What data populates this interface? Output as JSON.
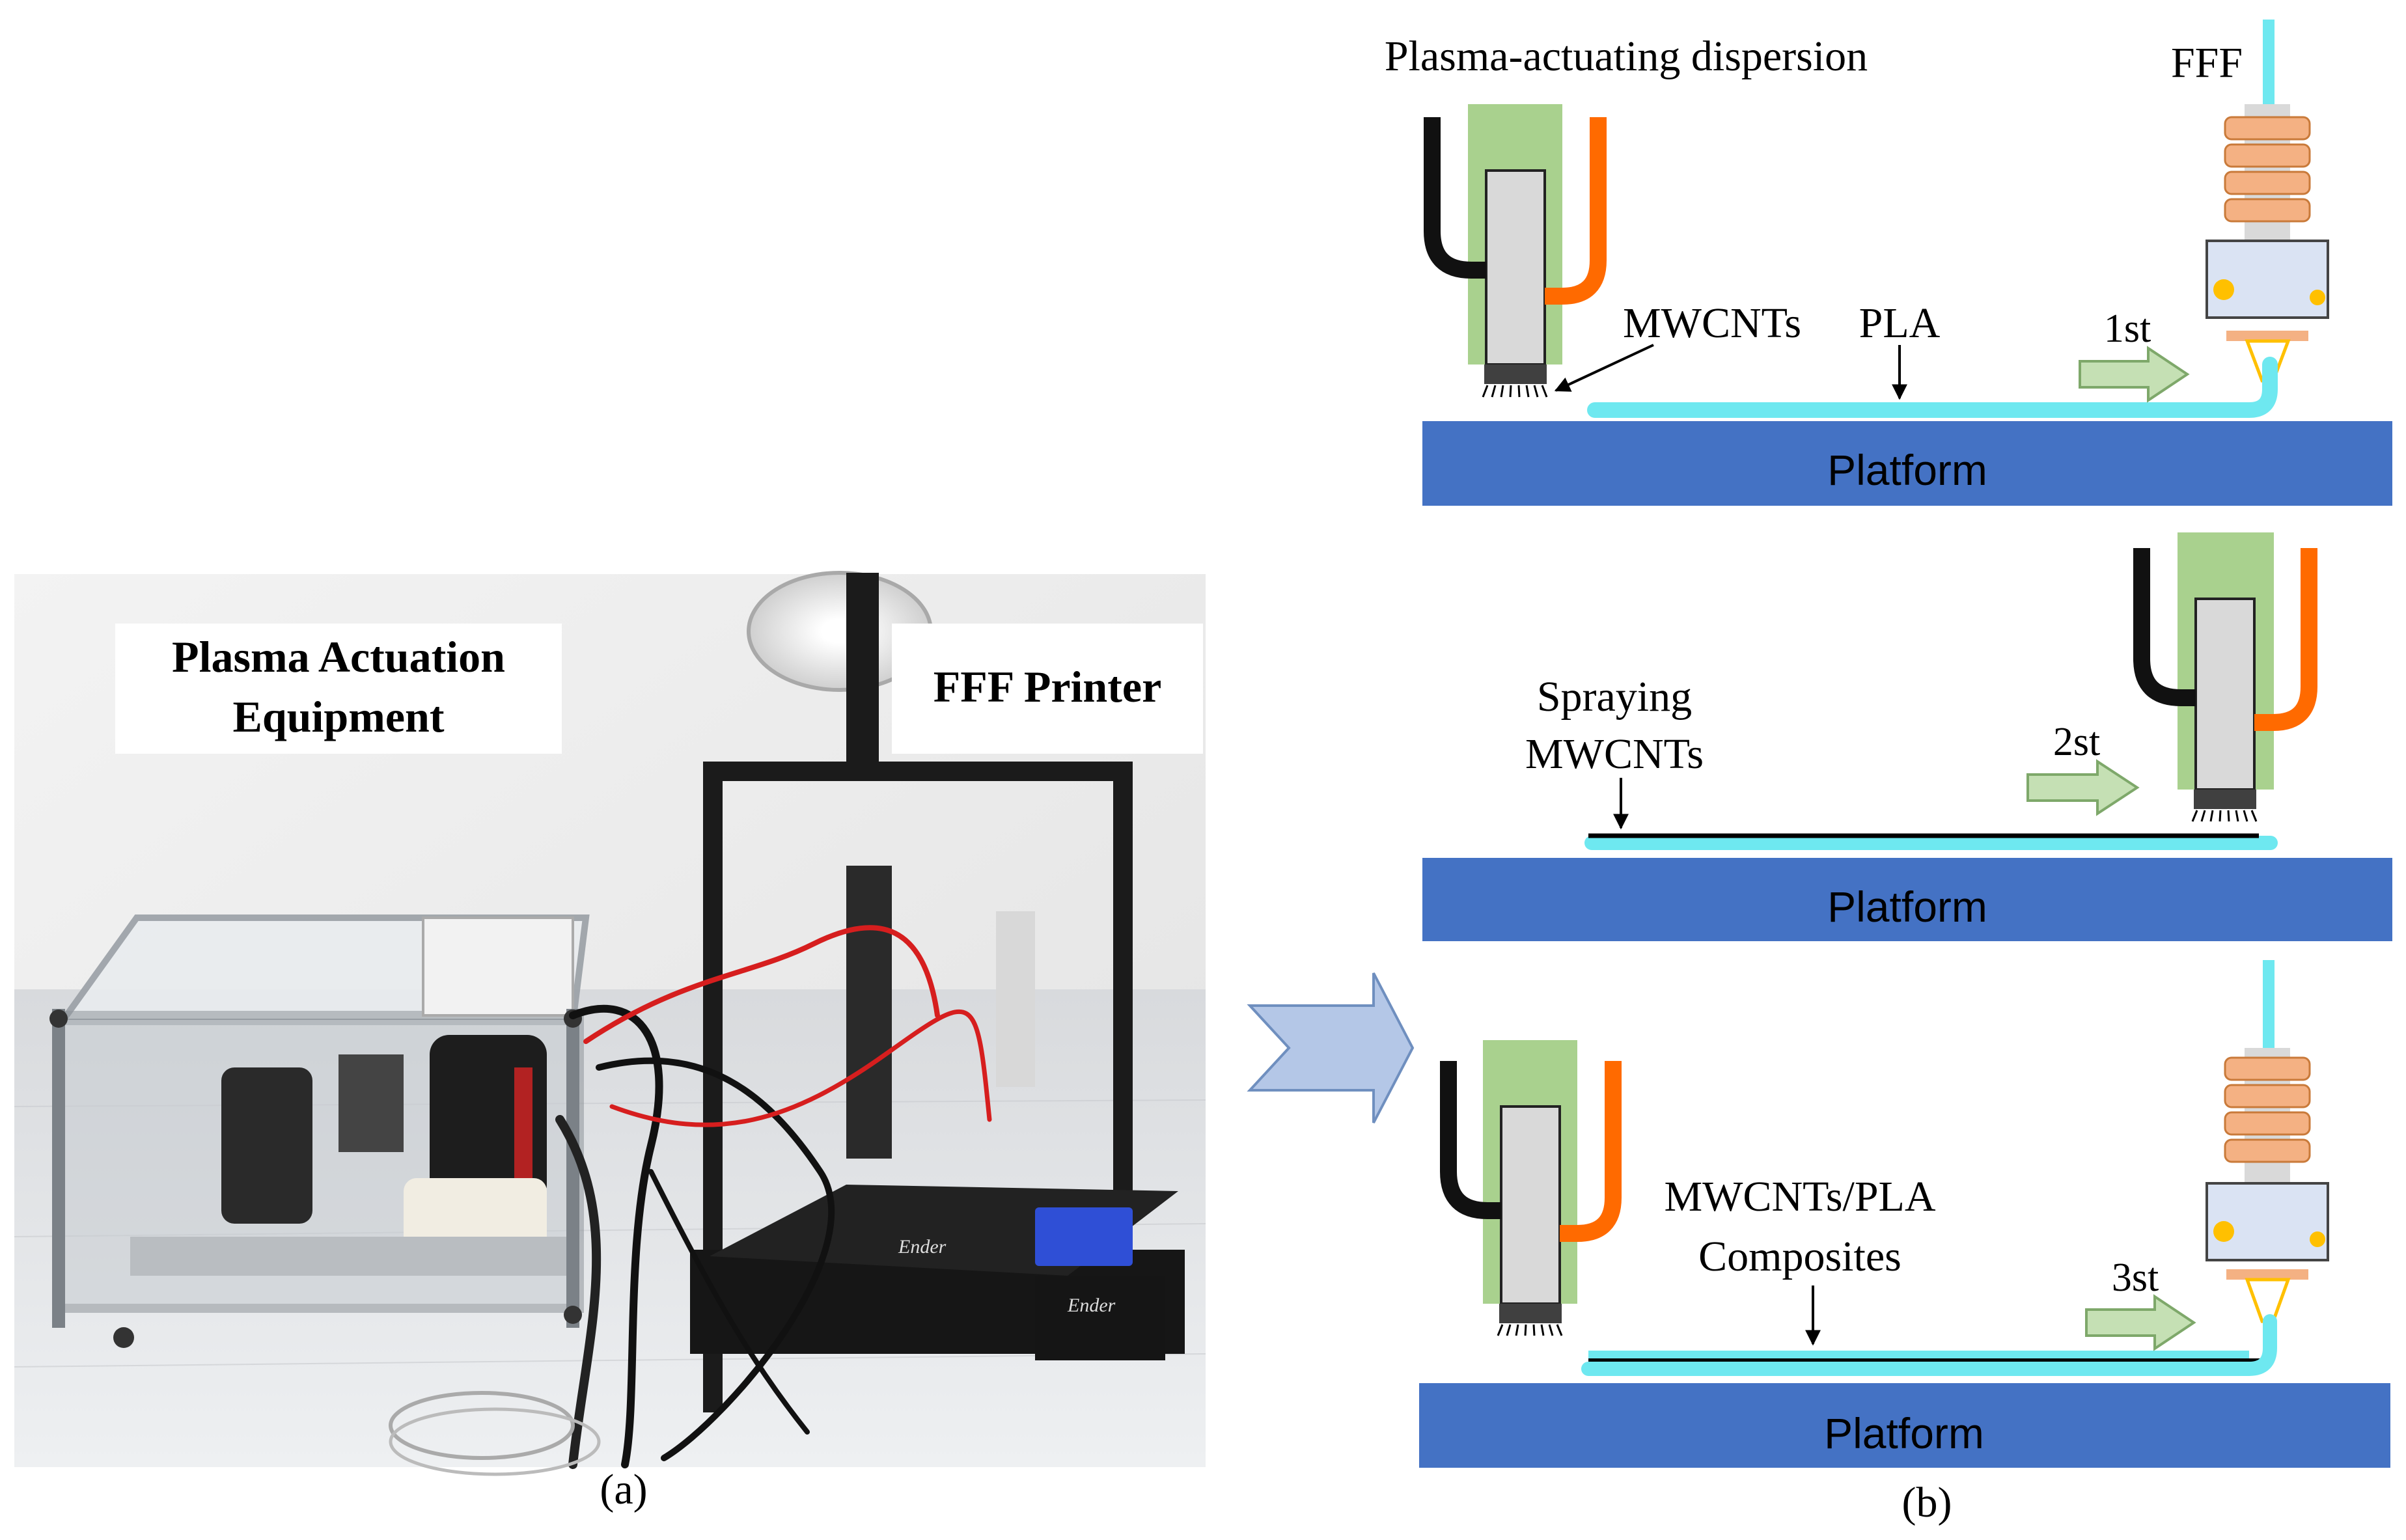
{
  "colors": {
    "platform": "#4472c4",
    "pla": "#6ee8f0",
    "holder_green": "#a9d18e",
    "core_gray": "#d9d9d9",
    "nozzle_dark": "#404040",
    "cable_black": "#111111",
    "cable_orange": "#ff6a00",
    "heatsink_orange": "#f4b183",
    "heater_block": "#dae3f3",
    "dot_yellow": "#ffc000",
    "direction_arrow": "#c5e0b4",
    "process_arrow": "#b4c7e7"
  },
  "photo": {
    "label_plasma": [
      "Plasma Actuation",
      "Equipment"
    ],
    "label_printer": "FFF Printer",
    "printer_brand": "Ender",
    "caption": "(a)"
  },
  "diagram": {
    "caption": "(b)",
    "step1": {
      "dispenser_label": "Plasma-actuating dispersion",
      "printer_label": "FFF",
      "mwcnts_label": "MWCNTs",
      "pla_label": "PLA",
      "order_label": "1st",
      "platform_label": "Platform"
    },
    "step2": {
      "spray_label": [
        "Spraying",
        "MWCNTs"
      ],
      "order_label": "2st",
      "platform_label": "Platform"
    },
    "step3": {
      "composite_label": [
        "MWCNTs/PLA",
        "Composites"
      ],
      "order_label": "3st",
      "platform_label": "Platform"
    }
  }
}
